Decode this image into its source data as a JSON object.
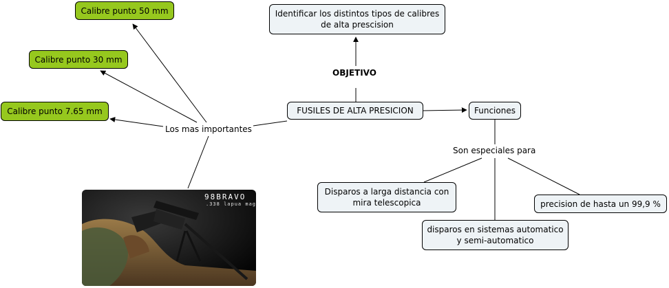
{
  "nodes": {
    "objective_target": {
      "line1": "Identificar los distintos tipos de calibres",
      "line2": "de alta prescision"
    },
    "objective_label": "OBJETIVO",
    "root": "FUSILES DE ALTA PRESICION",
    "functions": "Funciones",
    "special_label": "Son especiales para",
    "long_distance": {
      "line1": "Disparos a larga distancia con",
      "line2": "mira telescopica"
    },
    "automatic": {
      "line1": "disparos en sistemas automatico",
      "line2": "y semi-automatico"
    },
    "precision": "precision de hasta un 99,9 %",
    "important_label": "Los mas importantes",
    "caliber_50": "Calibre punto 50 mm",
    "caliber_30": "Calibre punto 30 mm",
    "caliber_765": "Calibre punto 7.65 mm"
  },
  "image": {
    "logo": "98BRAVO",
    "caption": ".338 lapua mag"
  },
  "colors": {
    "concept_fill": "#eef3f6",
    "caliber_fill": "#96c81e",
    "line": "#000000"
  }
}
